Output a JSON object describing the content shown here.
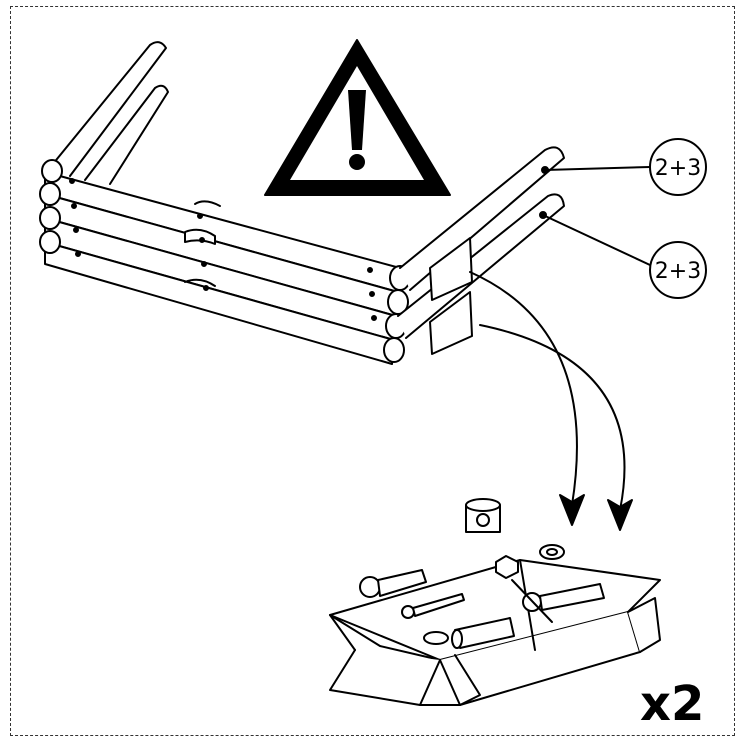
{
  "callouts": [
    {
      "label": "2+3"
    },
    {
      "label": "2+3"
    }
  ],
  "quantity": "x2",
  "icons": {
    "warning": "warning-triangle-icon",
    "hardware": [
      "cam-lock-icon",
      "hex-nut-icon",
      "washer-icon",
      "screw-icon",
      "bolt-icon",
      "dowel-icon"
    ]
  }
}
